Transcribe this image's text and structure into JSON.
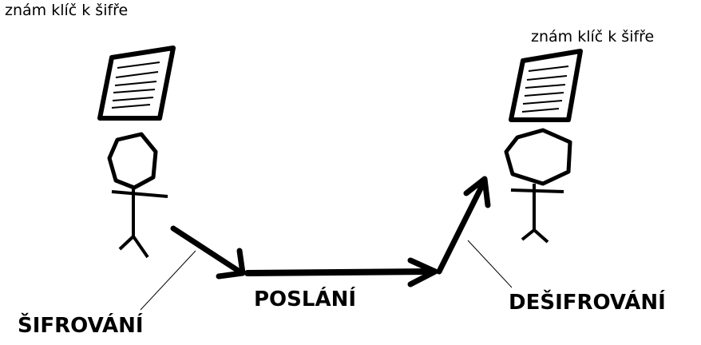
{
  "notes": {
    "sender_key": "znám klíč k šifře",
    "receiver_key": "znám klíč k šifře"
  },
  "steps": {
    "encryption": "ŠIFROVÁNÍ",
    "transmission": "POSLÁNÍ",
    "decryption": "DEŠIFROVÁNÍ"
  }
}
